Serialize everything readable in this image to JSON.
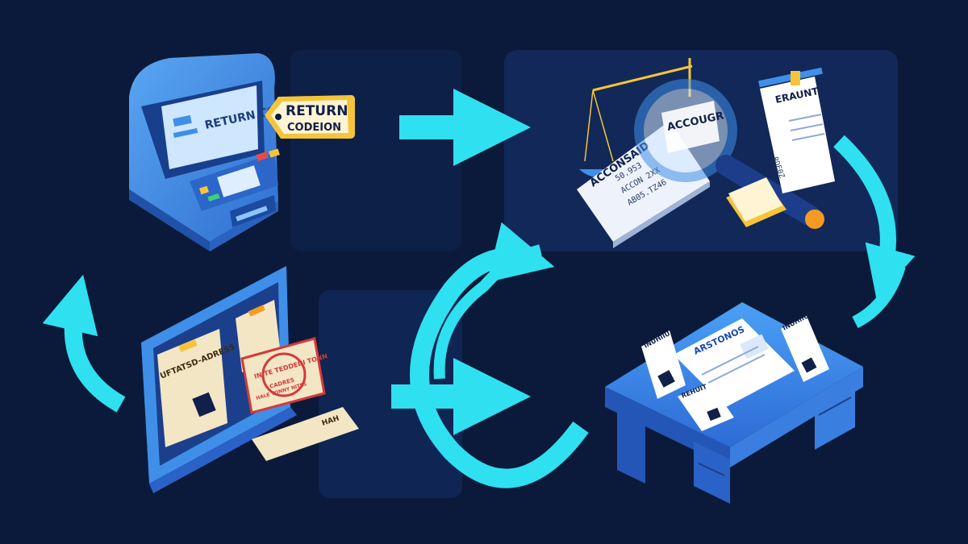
{
  "kiosk": {
    "screen_text": "RETURN CODE",
    "tag_line1": "RETURN",
    "tag_line2": "CODEION"
  },
  "audit": {
    "card_title": "ACCONSAID",
    "magnified_text": "ACCOUGR",
    "card_line1": "50.953",
    "card_line2": "ACCON 2XX",
    "card_line3": "AB05.TZ46",
    "clipboard_title": "ERAUNT",
    "clipboard_code": "RDE0Z"
  },
  "desk": {
    "sheet_title": "ARSTONOS",
    "receipt_left": "INUHIIU",
    "receipt_right": "INUHIIU",
    "receipt_front": "REHUIT"
  },
  "board": {
    "letter_text": "UFTATSD-ADRESS",
    "stamp_line1": "INITE TEDDEDI TONN",
    "stamp_line2": "CADRES",
    "stamp_line3": "HALE TONNY NITES",
    "ticket_text": "HAH"
  },
  "colors": {
    "background": "#0b1a3a",
    "panel": "#122a5c",
    "arrow": "#2fe0f0",
    "device": "#3f8fe8",
    "accent_yellow": "#f6c43a",
    "accent_orange": "#f59a23",
    "stamp_red": "#d33a3a",
    "paper": "#f3e6c4"
  }
}
